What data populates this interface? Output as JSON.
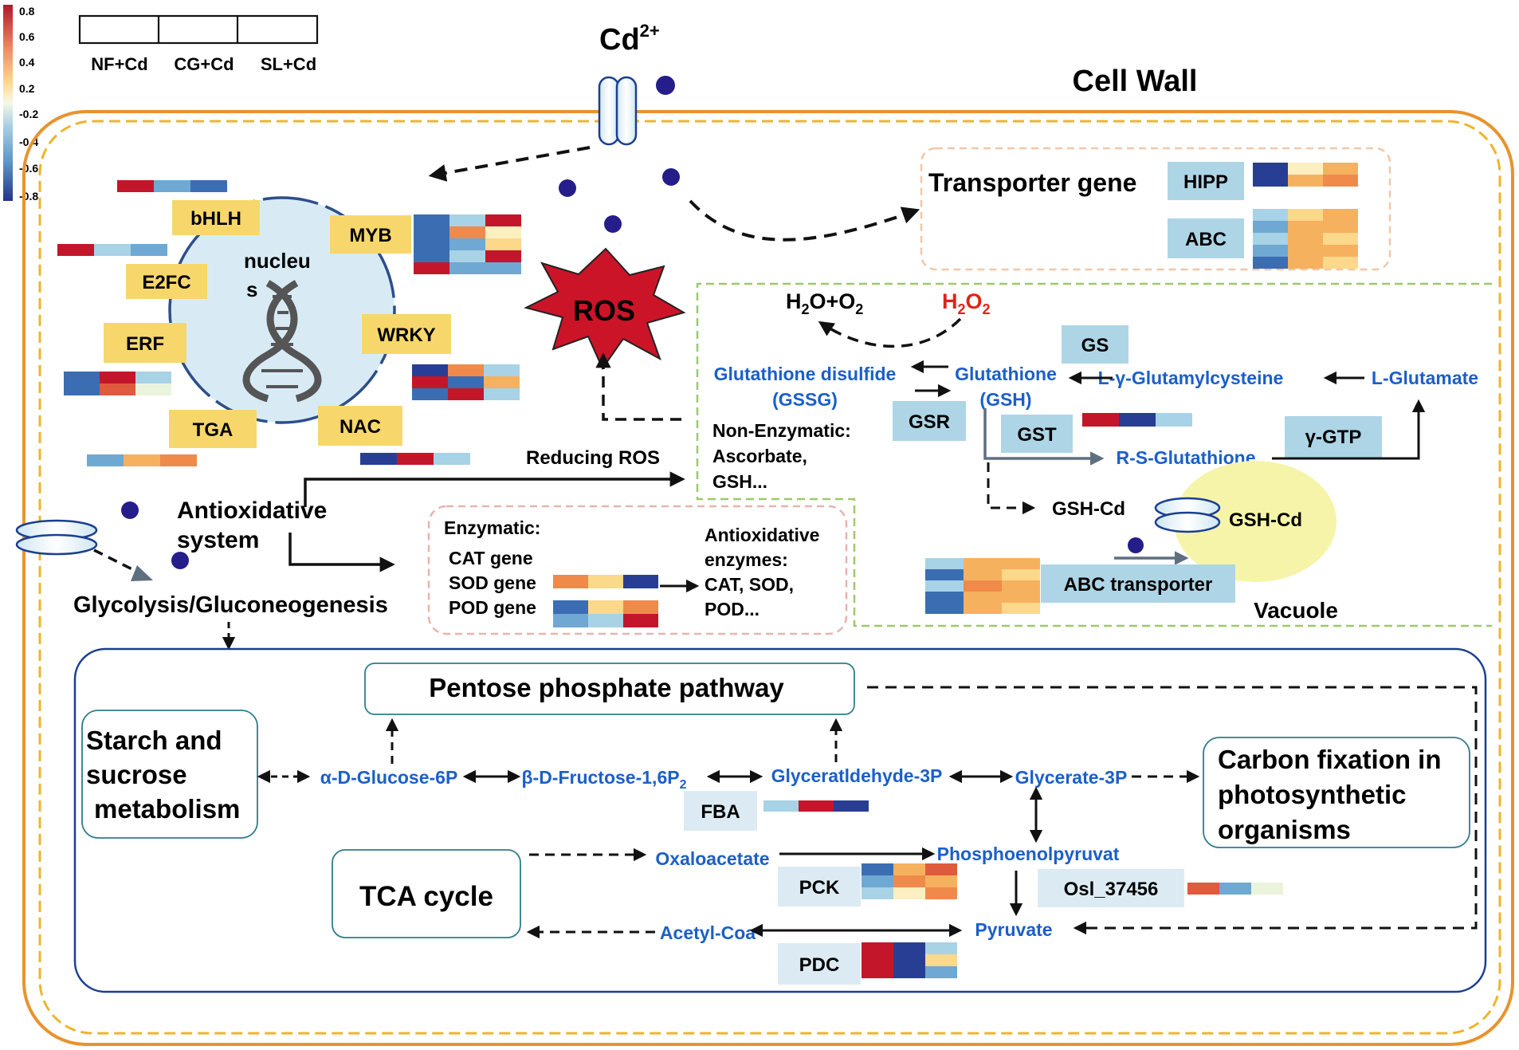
{
  "colors": {
    "orange": "#E8932E",
    "yellow_dash": "#EDB52A",
    "green_dash": "#9CC96B",
    "pink_dash": "#E7B4AE",
    "peach_dash": "#F2C7A7",
    "navy": "#1B3F8F",
    "blue_text": "#1B5FC9",
    "red_text": "#E32119",
    "tf_box": "#F7D76B",
    "gene_box": "#ADD5E6",
    "nucleus": "#D8EBF5",
    "vacuole": "#F6F4A8",
    "cd_dot": "#241D8A",
    "ros": "#CC1428"
  },
  "legend": {
    "ticks": [
      "0.8",
      "0.6",
      "0.4",
      "0.2",
      "-0.2",
      "-0.4",
      "-0.6",
      "-0.8"
    ],
    "columns": [
      "NF+Cd",
      "CG+Cd",
      "SL+Cd"
    ]
  },
  "heatmap_palette": {
    "R": "#C4162A",
    "r": "#E05A3D",
    "o": "#F08A4B",
    "O": "#F6B15E",
    "y": "#FBD88A",
    "p": "#FDF0C0",
    "w": "#EAF4DC",
    "l": "#A8D2E6",
    "m": "#6FA8D2",
    "b": "#3B6DB3",
    "B": "#283E94"
  },
  "heatmaps": {
    "bhlh": [
      "Rmb"
    ],
    "e2fc": [
      "Rlm"
    ],
    "myb": [
      "blR",
      "bop",
      "bmy",
      "blR",
      "Rmm"
    ],
    "erf": [
      "bRl",
      "brw"
    ],
    "wrky": [
      "Bol",
      "RbO",
      "bRl"
    ],
    "tga": [
      "mOo"
    ],
    "nac": [
      "BRl"
    ],
    "hipp": [
      "BpO",
      "BO o"
    ],
    "abc": [
      "lyO",
      "mOO",
      "lOy",
      "mOO",
      "bOy"
    ],
    "sod": [
      "oyB"
    ],
    "pod": [
      "byo",
      "mlR"
    ],
    "gst": [
      "RBl"
    ],
    "abc_transporter": [
      "lOO",
      "bOy",
      "loO",
      "bOO",
      "bOy"
    ],
    "fba": [
      "lRB"
    ],
    "pck": [
      "bOr",
      "moO",
      "lpo"
    ],
    "osl": [
      "rmw"
    ],
    "pdc": [
      "RBl",
      "RBy",
      "RBm"
    ]
  },
  "cell": {
    "cd_ion": "Cd",
    "cd_charge": "2+",
    "cell_wall": "Cell Wall",
    "vacuole": "Vacuole"
  },
  "nucleus": {
    "label_line1": "nucleu",
    "label_line2": "s",
    "tfs": [
      "bHLH",
      "MYB",
      "E2FC",
      "ERF",
      "WRKY",
      "TGA",
      "NAC"
    ]
  },
  "ros": {
    "label": "ROS",
    "reducing": "Reducing ROS"
  },
  "transporter": {
    "title": "Transporter gene",
    "genes": [
      "HIPP",
      "ABC"
    ]
  },
  "antioxidative": {
    "line1": "Antioxidative",
    "line2": "system",
    "glycolysis": "Glycolysis/Gluconeogenesis",
    "enzymatic_title": "Enzymatic:",
    "genes": [
      "CAT gene",
      "SOD gene",
      "POD gene"
    ],
    "enzymes_line1": "Antioxidative",
    "enzymes_line2": "enzymes:",
    "enzymes_line3": "CAT, SOD,",
    "enzymes_line4": "POD..."
  },
  "glutathione": {
    "h2o_o2": "H2O+O2",
    "h2o2": "H2O2",
    "gssg_line1": "Glutathione disulfide",
    "gssg_line2": "(GSSG)",
    "gsh_line1": "Glutathione",
    "gsh_line2": "(GSH)",
    "glutamylcysteine": "L-γ-Glutamylcysteine",
    "glutamate": "L-Glutamate",
    "gs": "GS",
    "gsr": "GSR",
    "gst": "GST",
    "ggtp": "γ-GTP",
    "rsg": "R-S-Glutathione",
    "nonenz_line1": "Non-Enzymatic:",
    "nonenz_line2": "Ascorbate,",
    "nonenz_line3": "GSH...",
    "gsh_cd": "GSH-Cd",
    "abc_transporter": "ABC transporter"
  },
  "metabolism": {
    "ppp": "Pentose phosphate pathway",
    "starch_line1": "Starch and",
    "starch_line2": "sucrose",
    "starch_line3": "metabolism",
    "glucose": "α-D-Glucose-6P",
    "fructose": "β-D-Fructose-1,6P",
    "fructose_sub": "2",
    "g3p": "Glyceratldehyde-3P",
    "glycerate": "Glycerate-3P",
    "carbon_line1": "Carbon fixation in",
    "carbon_line2": "photosynthetic",
    "carbon_line3": "organisms",
    "fba": "FBA",
    "tca": "TCA cycle",
    "oxaloacetate": "Oxaloacetate",
    "pep": "Phosphoenolpyruvat",
    "pck": "PCK",
    "osl": "Osl_37456",
    "acetyl": "Acetyl-Coa",
    "pyruvate": "Pyruvate",
    "pdc": "PDC"
  }
}
